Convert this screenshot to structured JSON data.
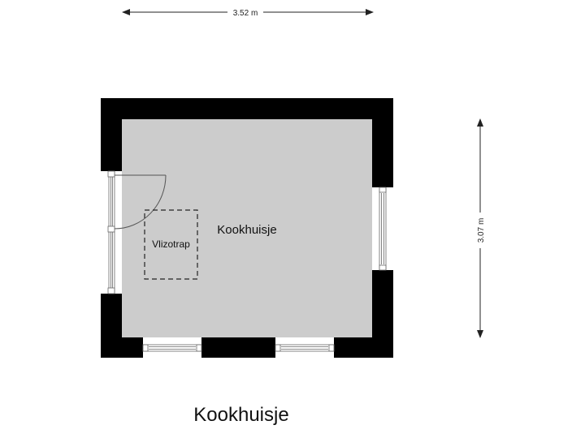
{
  "plan": {
    "title": "Kookhuisje",
    "room_label": "Kookhuisje",
    "feature_label": "Vlizotrap",
    "dimensions": {
      "width": "3.52 m",
      "depth": "3.07 m"
    },
    "colors": {
      "wall": "#000000",
      "floor": "#cccccc",
      "window_frame": "#888888",
      "dimension_line": "#222222",
      "background": "#ffffff"
    },
    "openings": [
      {
        "type": "door",
        "wall": "left"
      },
      {
        "type": "window",
        "wall": "left"
      },
      {
        "type": "window",
        "wall": "right"
      },
      {
        "type": "window",
        "wall": "bottom"
      },
      {
        "type": "window",
        "wall": "bottom"
      }
    ]
  }
}
